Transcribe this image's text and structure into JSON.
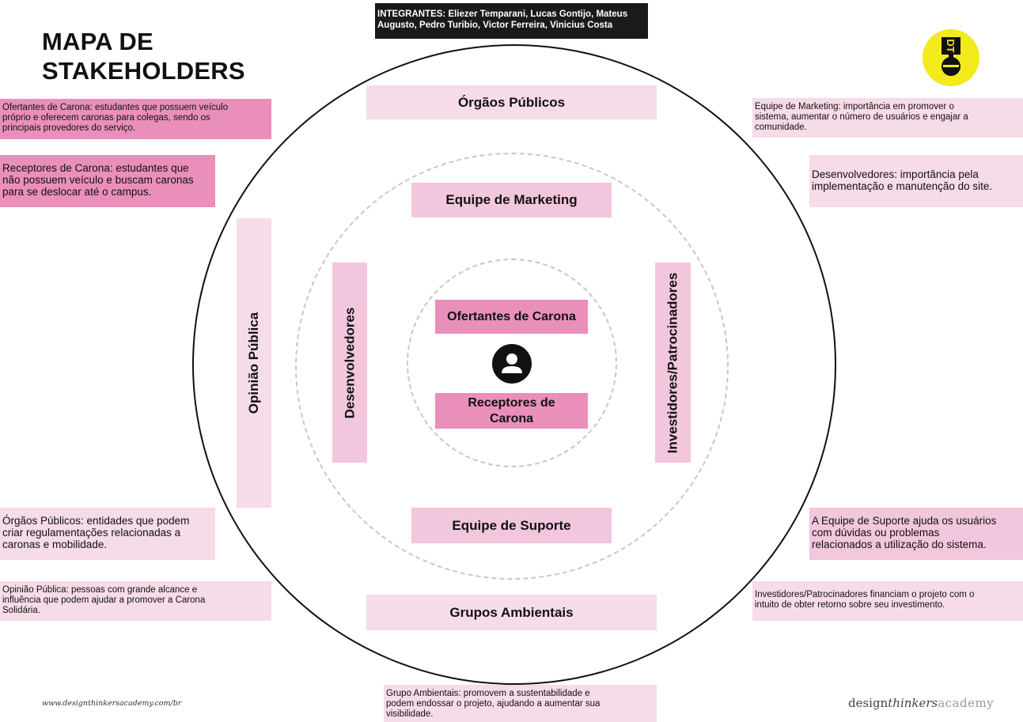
{
  "title": {
    "line1": "MAPA DE",
    "line2": "STAKEHOLDERS"
  },
  "integrantes": {
    "line1": "INTEGRANTES: Eliezer Temparani, Lucas Gontijo, Mateus",
    "line2": "Augusto, Pedro Turibio, Victor Ferreira, Vinicius Costa"
  },
  "logo": {
    "icon": "dt-academy-logo"
  },
  "rings": {
    "outer": {
      "top": "Órgãos Públicos",
      "bottom": "Grupos Ambientais",
      "left": "Opinião Pública"
    },
    "middle": {
      "top": "Equipe de Marketing",
      "bottom": "Equipe de Suporte",
      "left": "Desenvolvedores",
      "right": "Investidores/Patrocinadores"
    },
    "inner": {
      "top": "Ofertantes de Carona",
      "bottom": "Receptores de Carona",
      "icon": "person-icon"
    }
  },
  "notes": {
    "ofertantes": [
      "Ofertantes de Carona: estudantes que possuem veículo",
      "próprio e oferecem caronas para colegas, sendo os",
      "principais provedores do serviço."
    ],
    "receptores": [
      "Receptores de Carona: estudantes que",
      "não possuem veículo e buscam caronas",
      "para se deslocar até o campus."
    ],
    "orgaos": [
      "Órgãos Públicos: entidades que podem",
      "criar regulamentações relacionadas a",
      "caronas e mobilidade."
    ],
    "opiniao": [
      "Opinião Pública: pessoas com grande alcance e",
      "influência que podem ajudar a promover a Carona",
      "Solidária."
    ],
    "marketing": [
      "Equipe de Marketing: importância em promover o",
      "sistema, aumentar o número de usuários e engajar a",
      "comunidade."
    ],
    "desenvolvedores": [
      "Desenvolvedores: importância pela",
      "implementação e manutenção do site."
    ],
    "suporte": [
      "A Equipe de Suporte ajuda os usuários",
      "com dúvidas ou problemas",
      "relacionados a utilização do sistema."
    ],
    "investidores": [
      "Investidores/Patrocinadores financiam o projeto com o",
      "intuito de obter retorno sobre seu investimento."
    ],
    "ambientais": [
      "Grupo Ambientais: promovem a sustentabilidade e",
      "podem endossar o projeto, ajudando a aumentar sua",
      "visibilidade."
    ]
  },
  "footer": {
    "url": "www.designthinkersacademy.com/br",
    "brand_design": "design",
    "brand_thinkers": "thinkers",
    "brand_academy": "academy"
  },
  "colors": {
    "light_pink": "#f6dbe8",
    "mid_pink": "#f2c6dc",
    "strong_pink": "#e98fba",
    "yellow": "#f2ea1c"
  }
}
